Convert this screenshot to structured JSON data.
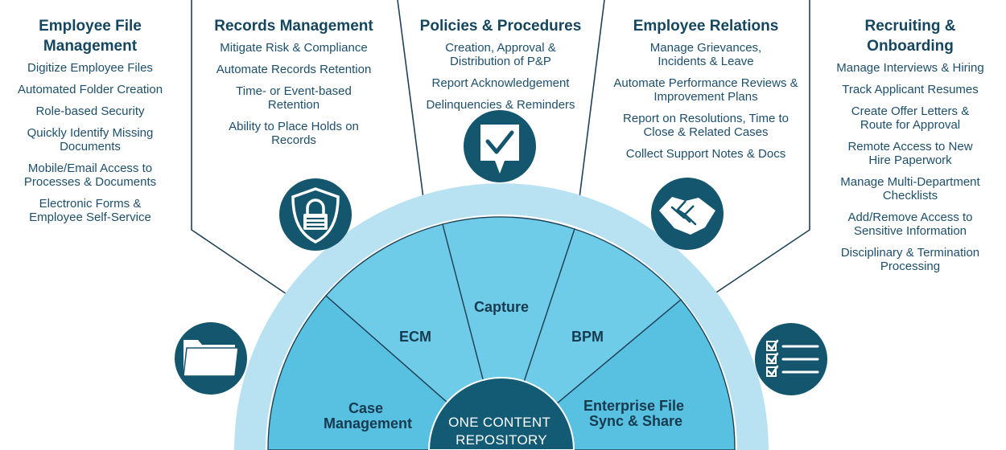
{
  "columns": [
    {
      "title": "Employee File Management",
      "items": [
        "Digitize Employee Files",
        "Automated Folder Creation",
        "Role-based Security",
        "Quickly Identify Missing Documents",
        "Mobile/Email Access to Processes & Documents",
        "Electronic Forms & Employee Self-Service"
      ]
    },
    {
      "title": "Records Management",
      "items": [
        "Mitigate Risk & Compliance",
        "Automate Records Retention",
        "Time- or Event-based Retention",
        "Ability to Place Holds on Records"
      ]
    },
    {
      "title": "Policies & Procedures",
      "items": [
        "Creation, Approval & Distribution of P&P",
        "Report Acknowledgement",
        "Delinquencies & Reminders"
      ]
    },
    {
      "title": "Employee Relations",
      "items": [
        "Manage Grievances, Incidents & Leave",
        "Automate Performance Reviews & Improvement Plans",
        "Report on Resolutions, Time to Close & Related Cases",
        "Collect Support Notes & Docs"
      ]
    },
    {
      "title": "Recruiting & Onboarding",
      "items": [
        "Manage Interviews & Hiring",
        "Track Applicant Resumes",
        "Create Offer Letters & Route for Approval",
        "Remote Access to New Hire Paperwork",
        "Manage Multi-Department Checklists",
        "Add/Remove Access to Sensitive Information",
        "Disciplinary & Termination Processing"
      ]
    }
  ],
  "segments": [
    "Case Management",
    "ECM",
    "Capture",
    "BPM",
    "Enterprise File Sync & Share"
  ],
  "hub": "ONE CONTENT REPOSITORY",
  "icons": [
    "folder-icon",
    "shield-lock-icon",
    "checkmark-speech-icon",
    "handshake-icon",
    "checklist-icon"
  ],
  "colors": {
    "text": "#1d4f6b",
    "ring": "#b8e2f2",
    "segment_light": "#6fcce9",
    "segment_mid": "#58c1e2",
    "icon_circle": "#13566e",
    "hub": "#135a74",
    "line": "#1f4257"
  }
}
